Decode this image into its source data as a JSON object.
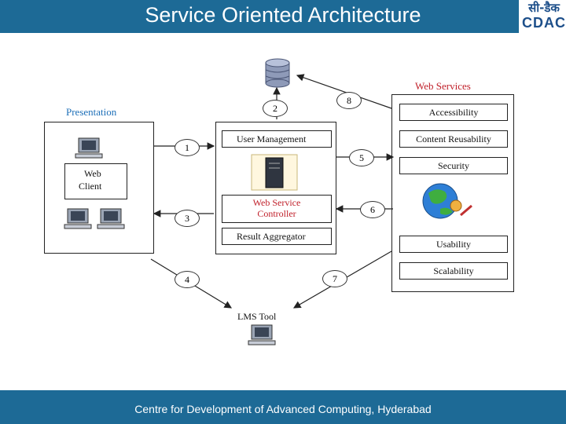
{
  "header": {
    "title": "Service Oriented Architecture",
    "logo_top": "सी-डैक",
    "logo_bottom": "CDAC"
  },
  "footer": {
    "text": "Centre for Development of Advanced Computing, Hyderabad"
  },
  "presentation": {
    "label": "Presentation",
    "web_client": [
      "Web",
      "Client"
    ]
  },
  "center": {
    "user_management": "User Management",
    "controller": [
      "Web Service",
      "Controller"
    ],
    "result_aggregator": "Result Aggregator"
  },
  "web_services": {
    "label": "Web Services",
    "items": [
      "Accessibility",
      "Content Reusability",
      "Security",
      "Usability",
      "Scalability"
    ]
  },
  "lms": {
    "label": "LMS Tool"
  },
  "steps": [
    "1",
    "2",
    "3",
    "4",
    "5",
    "6",
    "7",
    "8"
  ],
  "colors": {
    "brand_blue": "#1d6a96",
    "accent_red": "#c0202a",
    "logo_blue": "#1d4f8a"
  }
}
